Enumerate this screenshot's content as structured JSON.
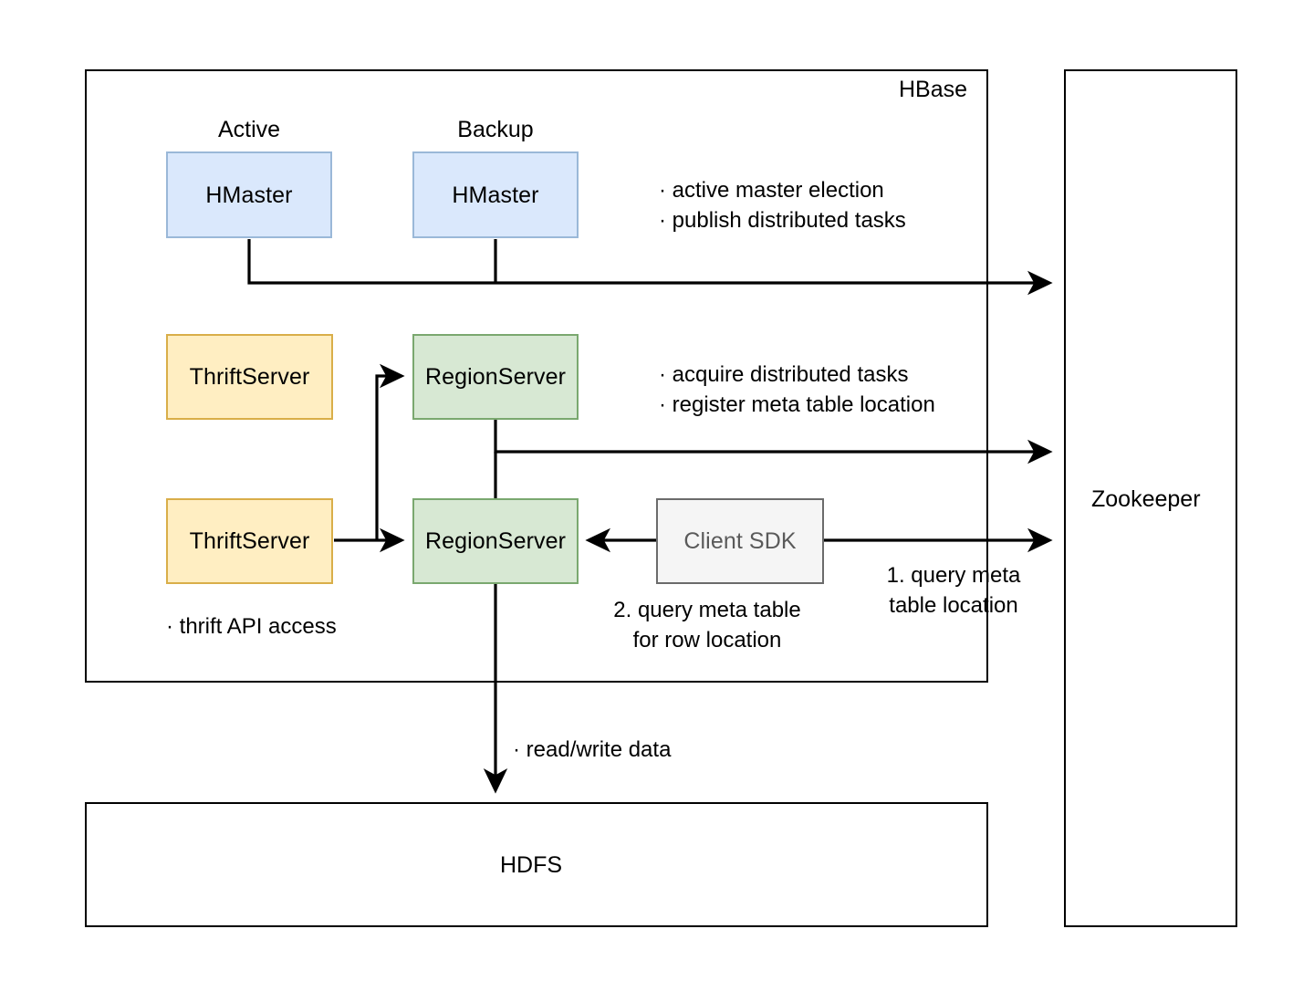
{
  "diagram": {
    "title": "HBase architecture overview",
    "colors": {
      "hmaster_fill": "#dae8fc",
      "hmaster_stroke": "#9ab8d8",
      "thrift_fill": "#ffeec2",
      "thrift_stroke": "#d9ae49",
      "regionserver_fill": "#d7e8d3",
      "regionserver_stroke": "#7aa86f",
      "client_fill": "#f5f5f5",
      "client_stroke": "#6b6b6b",
      "edge_stroke": "#000000",
      "container_stroke": "#000000"
    }
  },
  "containers": [
    {
      "id": "hbase",
      "label": "HBase"
    },
    {
      "id": "zookeeper",
      "label": "Zookeeper"
    },
    {
      "id": "hdfs",
      "label": "HDFS"
    }
  ],
  "captions": [
    {
      "id": "active-caption",
      "label": "Active"
    },
    {
      "id": "backup-caption",
      "label": "Backup"
    }
  ],
  "nodes": [
    {
      "id": "hmaster-active",
      "label": "HMaster"
    },
    {
      "id": "hmaster-backup",
      "label": "HMaster"
    },
    {
      "id": "thriftserver-1",
      "label": "ThriftServer"
    },
    {
      "id": "regionserver-1",
      "label": "RegionServer"
    },
    {
      "id": "thriftserver-2",
      "label": "ThriftServer"
    },
    {
      "id": "regionserver-2",
      "label": "RegionServer"
    },
    {
      "id": "client-sdk",
      "label": "Client SDK"
    }
  ],
  "notes": {
    "master_note": "· active master election\n· publish distributed tasks",
    "regionserver_note": "· acquire distributed tasks\n· register meta table location",
    "thrift_note": "· thrift API access",
    "hdfs_note": "· read/write data",
    "step1": "1. query meta\ntable location",
    "step2": "2. query meta table\nfor row location"
  }
}
